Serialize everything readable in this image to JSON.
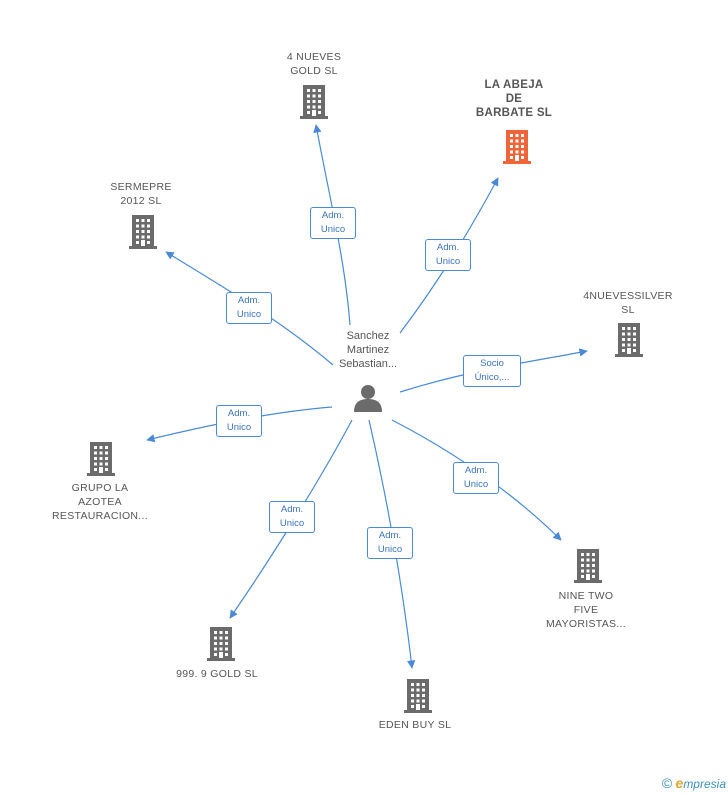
{
  "center": {
    "name_lines": [
      "Sanchez",
      "Martinez",
      "Sebastian..."
    ],
    "icon": "person-icon"
  },
  "nodes": [
    {
      "id": "4nueves-gold",
      "lines": [
        "4 NUEVES",
        "GOLD SL"
      ],
      "highlight": false,
      "role": [
        "Adm.",
        "Unico"
      ]
    },
    {
      "id": "la-abeja",
      "lines": [
        "LA ABEJA",
        "DE",
        "BARBATE SL"
      ],
      "highlight": true,
      "role": [
        "Adm.",
        "Unico"
      ]
    },
    {
      "id": "sermepre",
      "lines": [
        "SERMEPRE",
        "2012 SL"
      ],
      "highlight": false,
      "role": [
        "Adm.",
        "Unico"
      ]
    },
    {
      "id": "4nuevessilver",
      "lines": [
        "4NUEVESSILVER",
        "SL"
      ],
      "highlight": false,
      "role": [
        "Socio",
        "Único,..."
      ]
    },
    {
      "id": "grupo-la-azotea",
      "lines": [
        "GRUPO LA",
        "AZOTEA",
        "RESTAURACION..."
      ],
      "highlight": false,
      "role": [
        "Adm.",
        "Unico"
      ]
    },
    {
      "id": "nine-two-five",
      "lines": [
        "NINE TWO",
        "FIVE",
        "MAYORISTAS..."
      ],
      "highlight": false,
      "role": [
        "Adm.",
        "Unico"
      ]
    },
    {
      "id": "999-9-gold",
      "lines": [
        "999. 9 GOLD SL"
      ],
      "highlight": false,
      "role": [
        "Adm.",
        "Unico"
      ]
    },
    {
      "id": "eden-buy",
      "lines": [
        "EDEN BUY SL"
      ],
      "highlight": false,
      "role": [
        "Adm.",
        "Unico"
      ]
    }
  ],
  "colors": {
    "edge": "#4a8ad4",
    "building": "#6b6b6b",
    "building_highlight": "#f0643a",
    "person": "#6b6b6b"
  },
  "footer": {
    "copyright": "©",
    "brand_initial": "e",
    "brand_rest": "mpresia"
  }
}
